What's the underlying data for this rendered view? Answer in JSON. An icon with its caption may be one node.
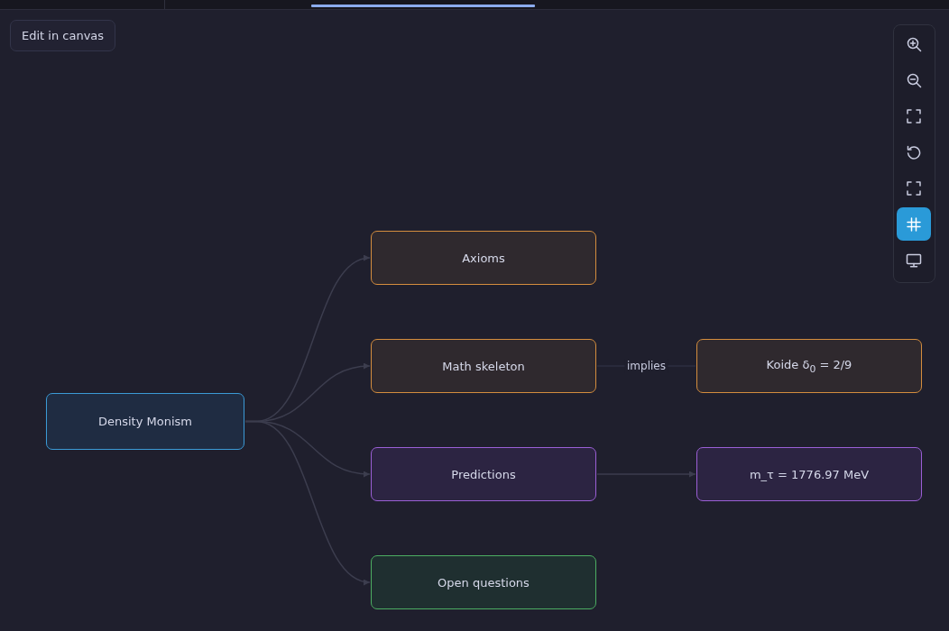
{
  "diagram": {
    "nodes": [
      {
        "text": [
          "Density Monism"
        ]
      },
      {
        "text": [
          "Axioms"
        ]
      },
      {
        "text": [
          "Math skeleton"
        ]
      },
      {
        "text": [
          "Koide δ$_{0}$ = 2/9"
        ]
      },
      {
        "text": [
          "Predictions"
        ]
      },
      {
        "text": [
          "m_τ = 1776.97 MeV"
        ]
      },
      {
        "text": [
          "Open questions"
        ]
      }
    ],
    "edges": [
      {
        "from": 0,
        "to": 1,
        "arrow": "to"
      },
      {
        "from": 0,
        "to": 2,
        "arrow": "to"
      },
      {
        "from": 0,
        "to": 4,
        "arrow": "to"
      },
      {
        "from": 0,
        "to": 6,
        "arrow": "to"
      },
      {
        "from": 2,
        "to": 3,
        "arrow": "none",
        "label": "implies",
        "color": "#2e2f40"
      },
      {
        "from": 4,
        "to": 5,
        "arrow": "to"
      }
    ],
    "labels": [
      "Edit in canvas"
    ]
  }
}
